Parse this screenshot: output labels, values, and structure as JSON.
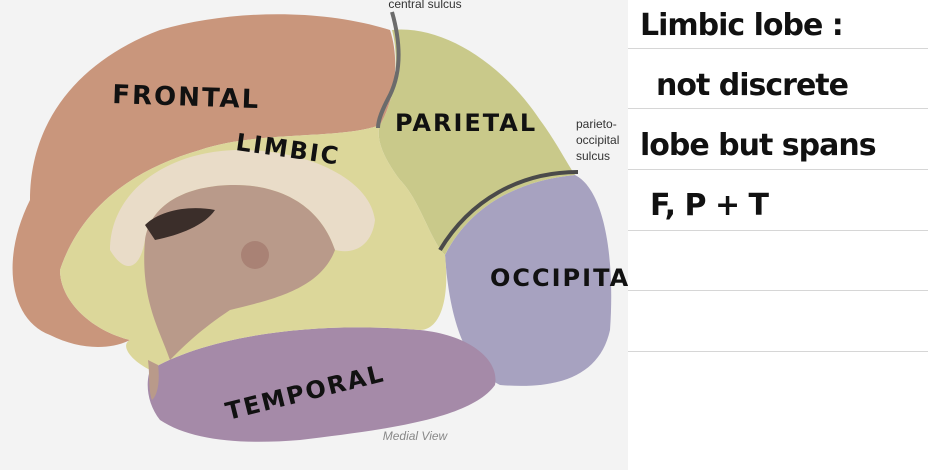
{
  "figure": {
    "labels": {
      "frontal": "FRONTAL",
      "limbic": "LIMBIC",
      "parietal": "PARIETAL",
      "occipital": "OCCIPITAL",
      "temporal": "TEMPORAL",
      "central_sulcus": "central sulcus",
      "parieto_occipital_sulcus": [
        "parieto-",
        "occipital",
        "sulcus"
      ]
    },
    "caption": "Medial View",
    "colors": {
      "frontal": "#c9967c",
      "parietal": "#c9c98a",
      "limbic": "#dcd79a",
      "occipital": "#a7a2c0",
      "temporal": "#a58aa8",
      "sulcus_line": "#4a4a4a"
    }
  },
  "notes": {
    "lines": [
      "Limbic lobe :",
      "not discrete",
      "lobe but spans",
      "F, P + T"
    ]
  }
}
